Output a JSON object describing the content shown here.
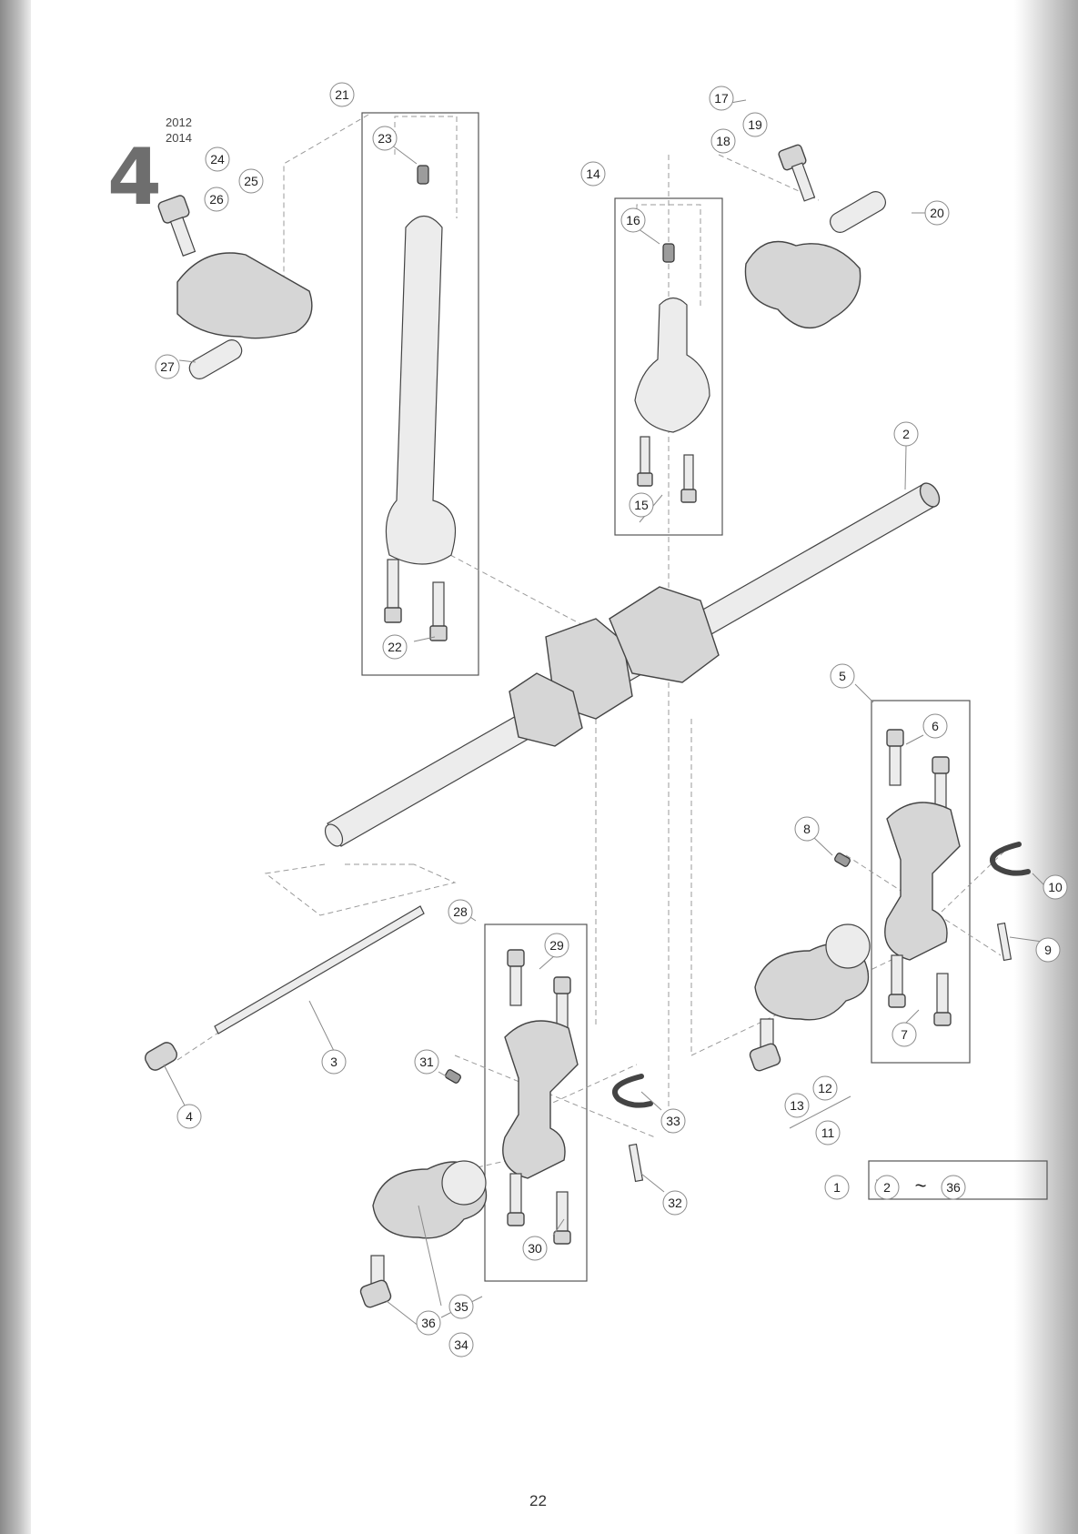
{
  "section_number": "4",
  "model_codes": [
    "2012",
    "2014"
  ],
  "page_number": "22",
  "callouts": [
    "1",
    "2",
    "3",
    "4",
    "5",
    "6",
    "7",
    "8",
    "9",
    "10",
    "11",
    "12",
    "13",
    "14",
    "15",
    "16",
    "17",
    "18",
    "19",
    "20",
    "21",
    "22",
    "23",
    "24",
    "25",
    "26",
    "27",
    "28",
    "29",
    "30",
    "31",
    "32",
    "33",
    "34",
    "35",
    "36"
  ],
  "assembly_reference": {
    "parent": "1",
    "range_start": "2",
    "range_separator": "~",
    "range_end": "36"
  }
}
